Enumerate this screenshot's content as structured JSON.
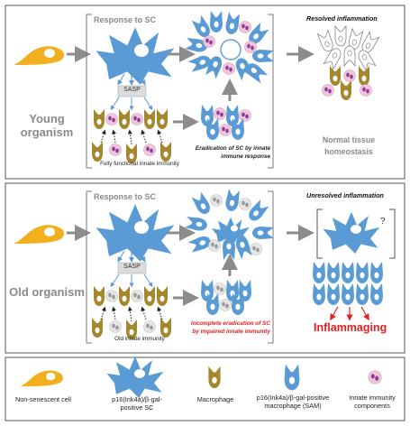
{
  "colors": {
    "senescent_blue": "#5b9bd5",
    "non_senescent_yellow": "#f2b01e",
    "macrophage_olive": "#a5882e",
    "immune_purple": "#8a3d9b",
    "immune_pink": "#f1c6da",
    "arrow_gray": "#8c8c8c",
    "red_text": "#e32020"
  },
  "top_panel": {
    "label": "Young organism",
    "response": "Response to SC",
    "sasp": "SASP",
    "immunity_caption": "Fully functional innate immunity",
    "eradication_caption": "Eradication of SC by innate immune response",
    "resolved": "Resolved inflammation",
    "outcome": "Normal tissue homeostasis"
  },
  "bottom_panel": {
    "label": "Old organism",
    "response": "Response to SC",
    "sasp": "SASP",
    "immunity_caption": "Old innate immunity",
    "eradication_caption": "Incomplete eradication of SC by impaired innate immunity",
    "unresolved": "Unresolved inflammation",
    "question_mark": "?",
    "outcome": "Inflammaging"
  },
  "legend": [
    {
      "icon": "non-senescent-cell-icon",
      "label": "Non-senescent cell"
    },
    {
      "icon": "senescent-cell-icon",
      "label": "p16(Ink4a)/β-gal-positive SC"
    },
    {
      "icon": "macrophage-icon",
      "label": "Macrophage"
    },
    {
      "icon": "sam-icon",
      "label": "p16(Ink4a)/β-gal-positive macrophage (SAM)"
    },
    {
      "icon": "immune-components-icon",
      "label": "Innate immunity components"
    }
  ]
}
